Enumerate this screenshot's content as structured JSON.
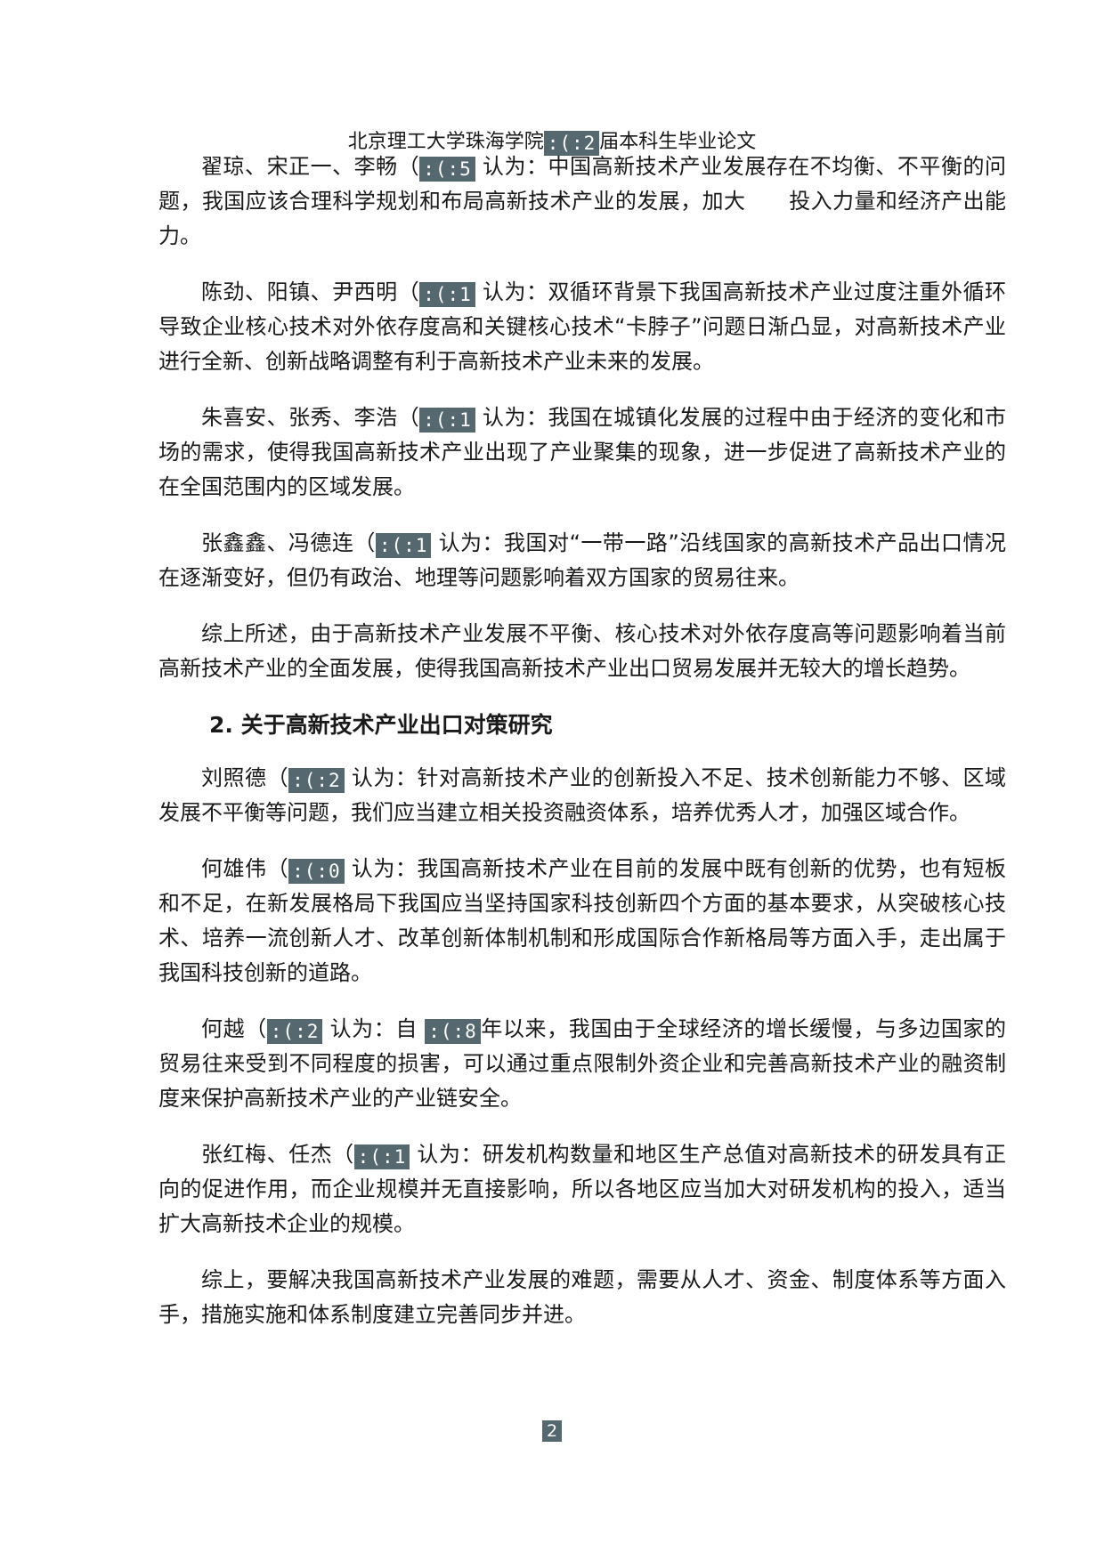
{
  "header": {
    "pre": "北京理工大学珠海学院",
    "mask": ":(:2",
    "post": "届本科生毕业论文"
  },
  "paragraphs": [
    {
      "before": "翟琼、宋正一、李畅（",
      "mask": ":(:5",
      "after": "认为：中国高新技术产业发展存在不均衡、不平衡的问题，我国应该合理科学规划和布局高新技术产业的发展，加大　　投入力量和经济产出能力。"
    },
    {
      "before": "陈劲、阳镇、尹西明（",
      "mask": ":(:1",
      "after": "认为：双循环背景下我国高新技术产业过度注重外循环导致企业核心技术对外依存度高和关键核心技术“卡脖子”问题日渐凸显，对高新技术产业进行全新、创新战略调整有利于高新技术产业未来的发展。"
    },
    {
      "before": "朱喜安、张秀、李浩（",
      "mask": ":(:1",
      "after": "认为：我国在城镇化发展的过程中由于经济的变化和市场的需求，使得我国高新技术产业出现了产业聚集的现象，进一步促进了高新技术产业的在全国范围内的区域发展。"
    },
    {
      "before": "张鑫鑫、冯德连（",
      "mask": ":(:1",
      "after": "认为：我国对“一带一路”沿线国家的高新技术产品出口情况在逐渐变好，但仍有政治、地理等问题影响着双方国家的贸易往来。"
    },
    {
      "text": "综上所述，由于高新技术产业发展不平衡、核心技术对外依存度高等问题影响着当前高新技术产业的全面发展，使得我国高新技术产业出口贸易发展并无较大的增长趋势。"
    }
  ],
  "section2": {
    "heading": "2.  关于高新技术产业出口对策研究",
    "paragraphs": [
      {
        "before": "刘照德（",
        "mask": ":(:2",
        "after": "认为：针对高新技术产业的创新投入不足、技术创新能力不够、区域发展不平衡等问题，我们应当建立相关投资融资体系，培养优秀人才，加强区域合作。"
      },
      {
        "before": "何雄伟（",
        "mask": ":(:0",
        "after": "认为：我国高新技术产业在目前的发展中既有创新的优势，也有短板和不足，在新发展格局下我国应当坚持国家科技创新四个方面的基本要求，从突破核心技术、培养一流创新人才、改革创新体制机制和形成国际合作新格局等方面入手，走出属于我国科技创新的道路。"
      },
      {
        "before": "何越（",
        "mask": ":(:2",
        "middle": "认为：自",
        "mask2": ":(:8",
        "after": "年以来，我国由于全球经济的增长缓慢，与多边国家的贸易往来受到不同程度的损害，可以通过重点限制外资企业和完善高新技术产业的融资制度来保护高新技术产业的产业链安全。"
      },
      {
        "before": "张红梅、任杰（",
        "mask": ":(:1",
        "after": "认为：研发机构数量和地区生产总值对高新技术的研发具有正向的促进作用，而企业规模并无直接影响，所以各地区应当加大对研发机构的投入，适当扩大高新技术企业的规模。"
      },
      {
        "text": "综上，要解决我国高新技术产业发展的难题，需要从人才、资金、制度体系等方面入手，措施实施和体系制度建立完善同步并进。"
      }
    ]
  },
  "footer": {
    "page_number": "2"
  }
}
